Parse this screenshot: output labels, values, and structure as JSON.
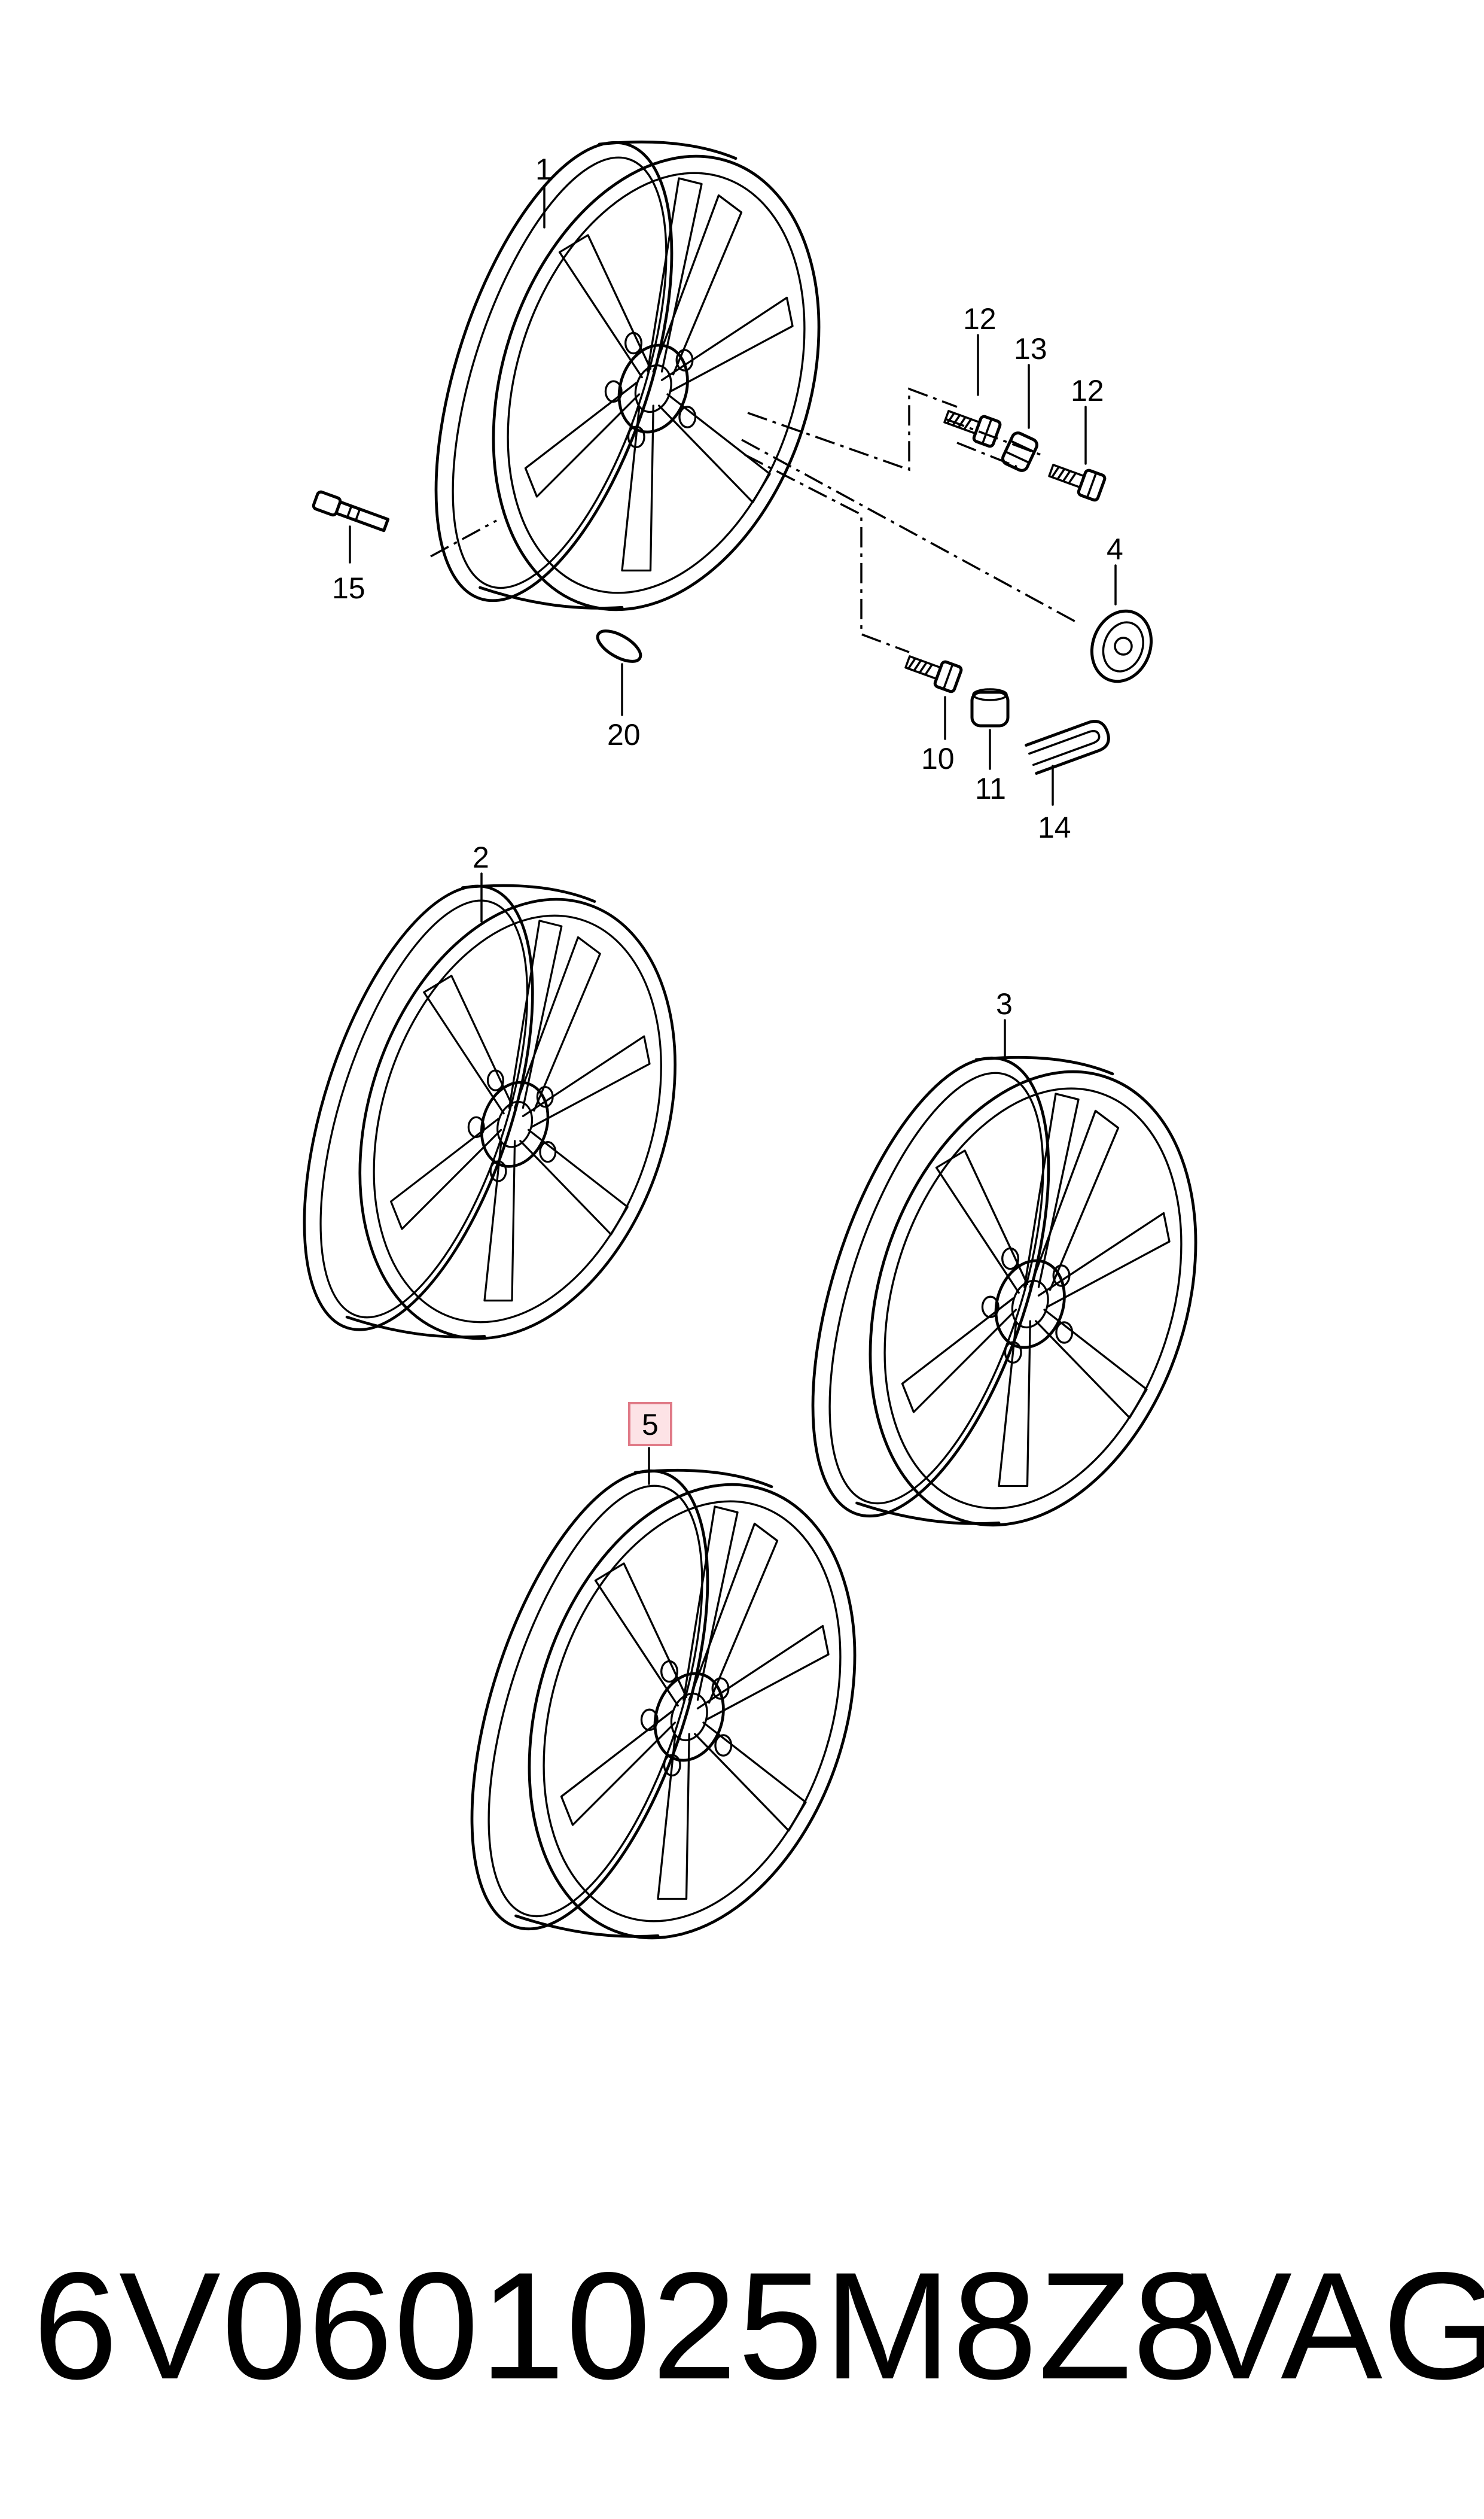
{
  "callouts": {
    "c1": "1",
    "c2": "2",
    "c3": "3",
    "c4": "4",
    "c5": "5",
    "c10": "10",
    "c11": "11",
    "c12a": "12",
    "c12b": "12",
    "c13": "13",
    "c14": "14",
    "c15": "15",
    "c20": "20"
  },
  "highlighted_callout": "5",
  "highlight_color": "#fde3e6",
  "highlight_border": "#e07a87",
  "footer": {
    "part_number": "6V0601025M8Z8",
    "brand": "VAG"
  }
}
